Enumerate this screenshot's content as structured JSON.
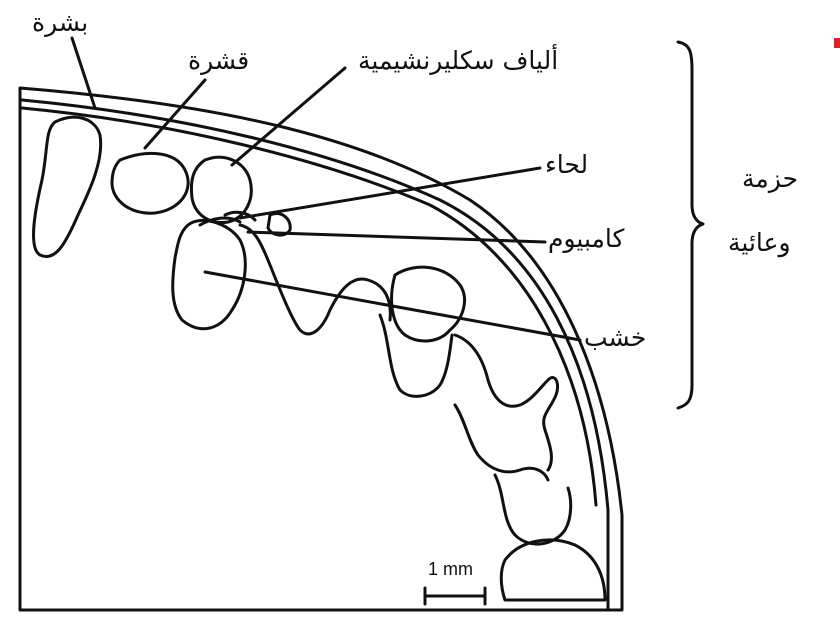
{
  "labels": {
    "epidermis": "بشرة",
    "cortex": "قشرة",
    "sclerenchyma_fibers": "ألياف سكليرنشيمية",
    "phloem": "لحاء",
    "cambium": "كامبيوم",
    "xylem": "خشب",
    "vascular_bundle_line1": "حزمة",
    "vascular_bundle_line2": "وعائية"
  },
  "scale_bar": {
    "label": "1 mm"
  },
  "colors": {
    "stroke": "#111111",
    "background": "#ffffff",
    "accent": "#e02020"
  }
}
